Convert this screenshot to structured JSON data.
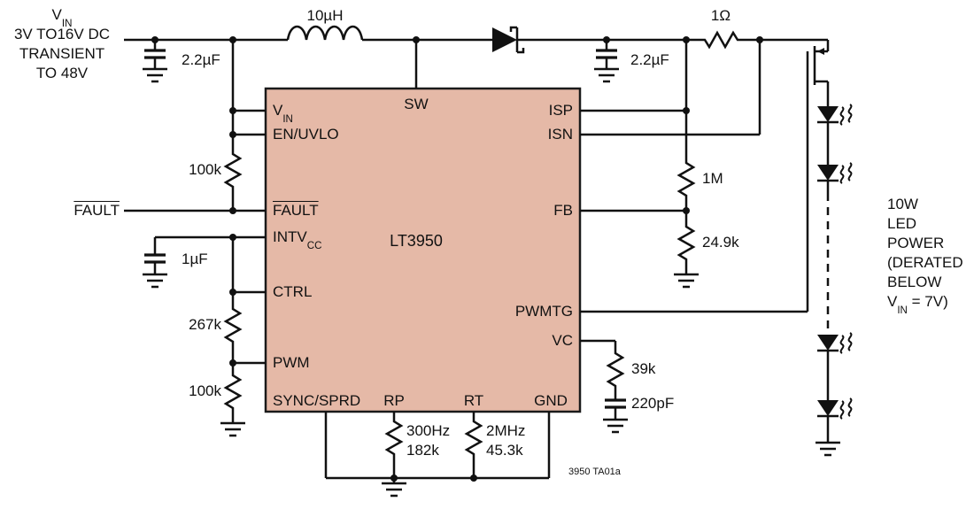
{
  "colors": {
    "background": "#ffffff",
    "ic_fill": "#e5b9a7",
    "ic_stroke": "#1a1a1a",
    "wire": "#111111",
    "text": "#111111"
  },
  "input_block": {
    "vin_main": "V",
    "vin_sub": "IN",
    "line2": "3V TO16V DC",
    "line3": "TRANSIENT",
    "line4": "TO 48V"
  },
  "ic": {
    "part_number": "LT3950",
    "pins": {
      "vin_main": "V",
      "vin_sub": "IN",
      "en_uvlo": "EN/UVLO",
      "fault": "FAULT",
      "intvcc_main": "INTV",
      "intvcc_sub": "CC",
      "ctrl": "CTRL",
      "pwm": "PWM",
      "sync_sprd": "SYNC/SPRD",
      "sw": "SW",
      "isp": "ISP",
      "isn": "ISN",
      "fb": "FB",
      "pwmtg": "PWMTG",
      "vc": "VC",
      "rp": "RP",
      "rt": "RT",
      "gnd": "GND"
    }
  },
  "components": {
    "input_cap": "2.2µF",
    "inductor": "10µH",
    "output_cap": "2.2µF",
    "sense_resistor": "1Ω",
    "fault_pullup": "100k",
    "fault_signal": "FAULT",
    "intvcc_cap": "1µF",
    "ctrl_resistor": "267k",
    "pwm_resistor": "100k",
    "isp_resistor": "1M",
    "fb_resistor": "24.9k",
    "vc_resistor": "39k",
    "vc_cap": "220pF",
    "rp_freq": "300Hz",
    "rp_value": "182k",
    "rt_freq": "2MHz",
    "rt_value": "45.3k"
  },
  "led_note": {
    "line1": "10W",
    "line2": "LED",
    "line3": "POWER",
    "line4": "(DERATED",
    "line5": "BELOW",
    "line6_main": "V",
    "line6_sub": "IN",
    "line6_rest": " = 7V)"
  },
  "caption": "3950 TA01a"
}
